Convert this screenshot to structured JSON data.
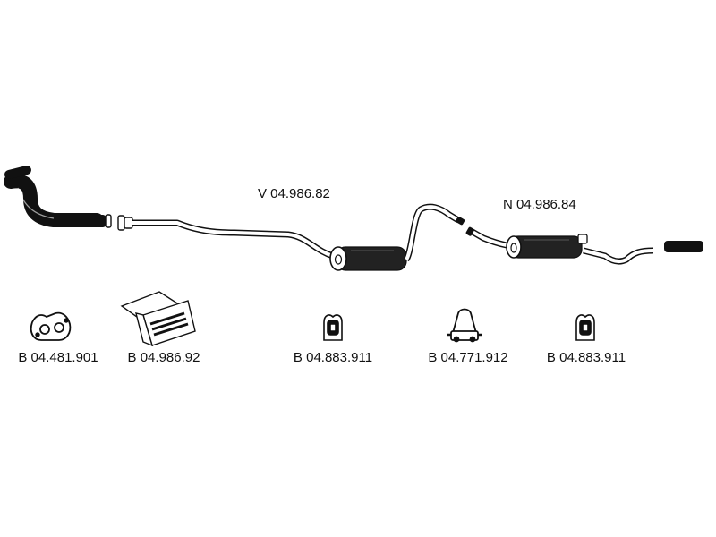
{
  "assemblies": [
    {
      "code": "V 04.986.82"
    },
    {
      "code": "N 04.986.84"
    }
  ],
  "parts": [
    {
      "code": "B 04.481.901",
      "icon": "flange-gasket-icon"
    },
    {
      "code": "B 04.986.92",
      "icon": "mounting-kit-box-icon"
    },
    {
      "code": "B 04.883.911",
      "icon": "rubber-hanger-icon"
    },
    {
      "code": "B 04.771.912",
      "icon": "pipe-clamp-icon"
    },
    {
      "code": "B 04.883.911",
      "icon": "rubber-hanger-icon"
    }
  ]
}
